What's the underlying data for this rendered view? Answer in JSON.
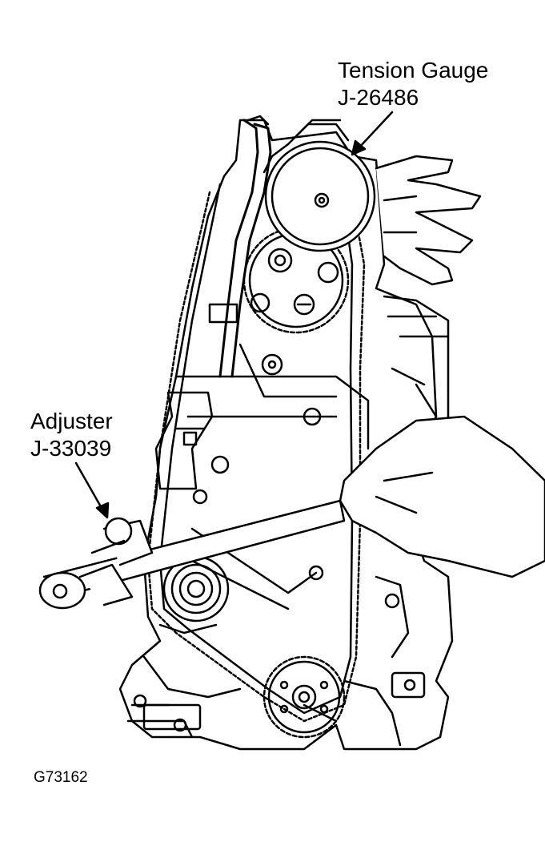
{
  "figure": {
    "callouts": [
      {
        "id": "tension-gauge",
        "name": "Tension Gauge",
        "part_number": "J-26486"
      },
      {
        "id": "adjuster",
        "name": "Adjuster",
        "part_number": "J-33039"
      }
    ],
    "figure_code": "G73162",
    "colors": {
      "ink": "#000000",
      "paper": "#ffffff"
    }
  }
}
